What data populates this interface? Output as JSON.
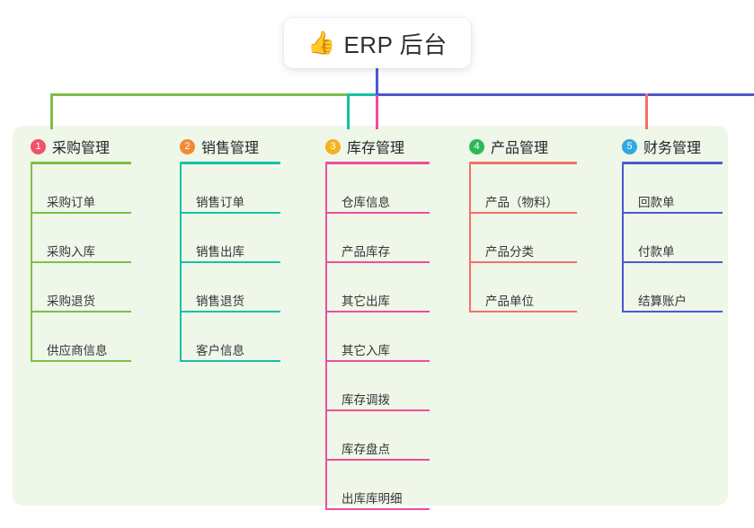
{
  "title": {
    "icon": "thumbs-up-emoji",
    "emoji": "👍",
    "text": "ERP 后台"
  },
  "diagram": {
    "type": "mindmap-tree",
    "panel_background": "#eef7e8",
    "connector_colors": [
      "#7fbe47",
      "#13c2a6",
      "#4c59cf",
      "#ef4d9b",
      "#f4706a"
    ],
    "columns": [
      {
        "number": "1",
        "label": "采购管理",
        "badge_color": "#f2516a",
        "line_color": "#7fbe47",
        "items": [
          "采购订单",
          "采购入库",
          "采购退货",
          "供应商信息"
        ]
      },
      {
        "number": "2",
        "label": "销售管理",
        "badge_color": "#f08b34",
        "line_color": "#13c2a6",
        "items": [
          "销售订单",
          "销售出库",
          "销售退货",
          "客户信息"
        ]
      },
      {
        "number": "3",
        "label": "库存管理",
        "badge_color": "#f2b31c",
        "line_color": "#ef4d9b",
        "items": [
          "仓库信息",
          "产品库存",
          "其它出库",
          "其它入库",
          "库存调拨",
          "库存盘点",
          "出库库明细"
        ]
      },
      {
        "number": "4",
        "label": "产品管理",
        "badge_color": "#2eb85c",
        "line_color": "#f4706a",
        "items": [
          "产品（物料）",
          "产品分类",
          "产品单位"
        ]
      },
      {
        "number": "5",
        "label": "财务管理",
        "badge_color": "#31a8e0",
        "line_color": "#4c59cf",
        "items": [
          "回款单",
          "付款单",
          "结算账户"
        ]
      }
    ]
  }
}
